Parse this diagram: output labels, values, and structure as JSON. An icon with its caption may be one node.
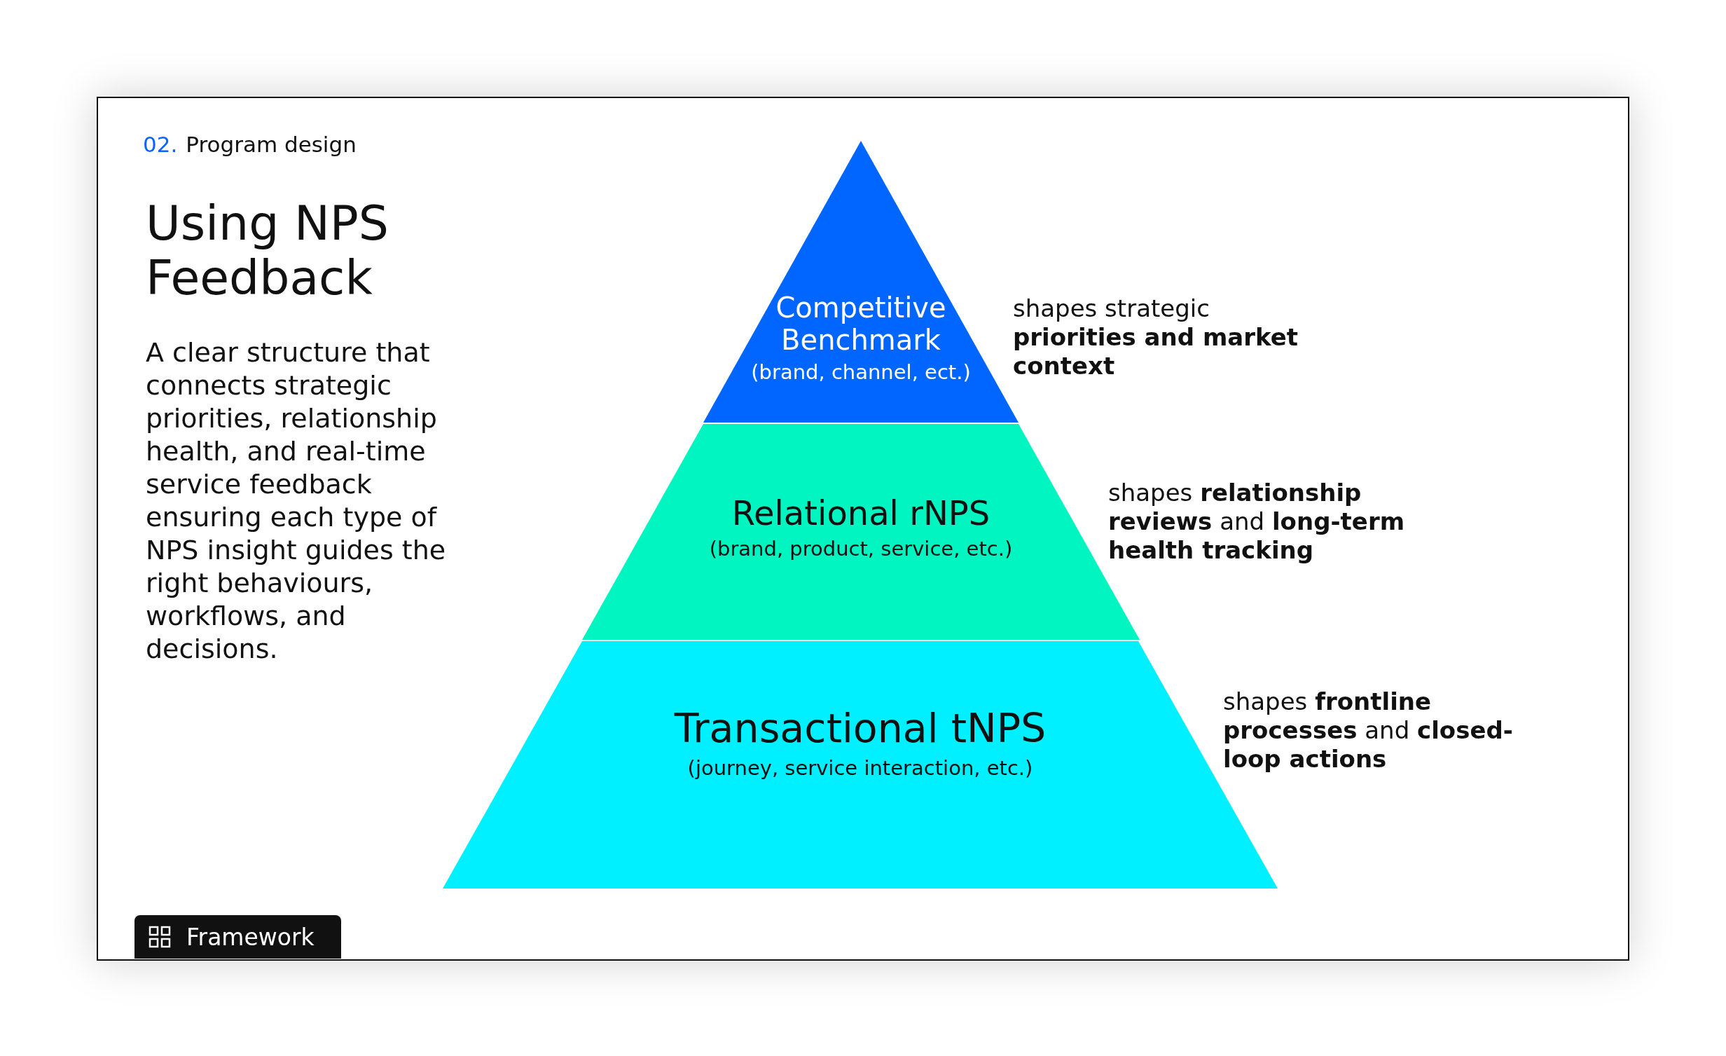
{
  "diagram": {
    "title": "Using NPS Feedback",
    "nodes": [
      {
        "text": [
          "Competitive Benchmark",
          "(brand, channel, ect.)"
        ],
        "beside": [
          "shapes strategic **priorities and market context**"
        ]
      },
      {
        "text": [
          "Relational rNPS",
          "(brand, product, service, etc.)"
        ],
        "beside": [
          "shapes **relationship reviews** and **long-term health tracking**"
        ]
      },
      {
        "text": [
          "Transactional tNPS",
          "(journey, service interaction, etc.)"
        ],
        "beside": [
          "shapes **frontline processes** and **closed-loop actions**"
        ]
      }
    ],
    "labels": [
      "02.",
      "Program design",
      "A clear structure that connects strategic priorities, relationship health, and real-time service feedback ensuring each type of NPS insight guides the right behaviours, workflows, and decisions.",
      "Framework"
    ]
  }
}
